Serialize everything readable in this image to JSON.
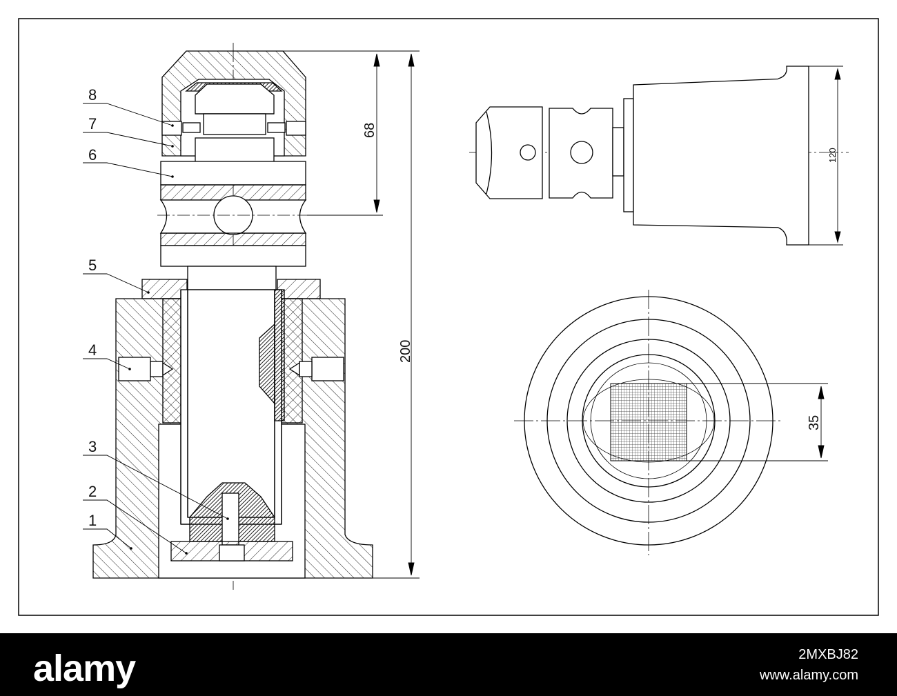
{
  "callouts": [
    "1",
    "2",
    "3",
    "4",
    "5",
    "6",
    "7",
    "8"
  ],
  "dimensions": {
    "d68": "68",
    "d200": "200",
    "d120": "120",
    "d35": "35"
  },
  "footer": {
    "brand": "alamy",
    "image_id": "2MXBJ82",
    "url": "www.alamy.com"
  }
}
